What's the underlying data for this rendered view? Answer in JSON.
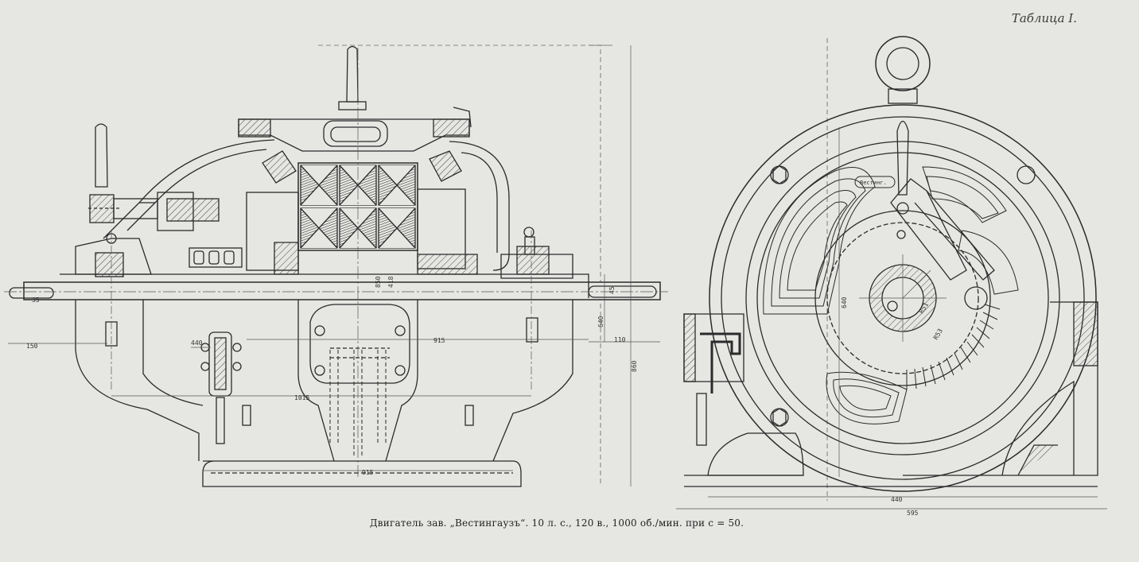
{
  "plate": {
    "label": "Таблица I."
  },
  "caption": "Двигатель зав. „Вестингаузъ“. 10 л. с., 120 в., 1000 об./мин. при c = 50.",
  "side_view": {
    "dims": {
      "shaft_left": "35",
      "left_extent": "150",
      "brush_holder": "440",
      "center_upper_a": "850",
      "center_upper_b": "418",
      "center_mid": "915",
      "overall_length": "1015",
      "base_length": "915",
      "shaft_right": "45",
      "height_right": "640",
      "axis_height": "110",
      "total_height": "860"
    }
  },
  "end_view": {
    "dims": {
      "rotor_height": "640",
      "hub_radius": "R51",
      "slot_radius": "R53",
      "inner_width": "440",
      "overall_width": "595"
    },
    "nameplate": "Вестинг."
  },
  "colors": {
    "paper": "#e6e6e3",
    "ink": "#2b2b2b",
    "dim": "#555555"
  }
}
